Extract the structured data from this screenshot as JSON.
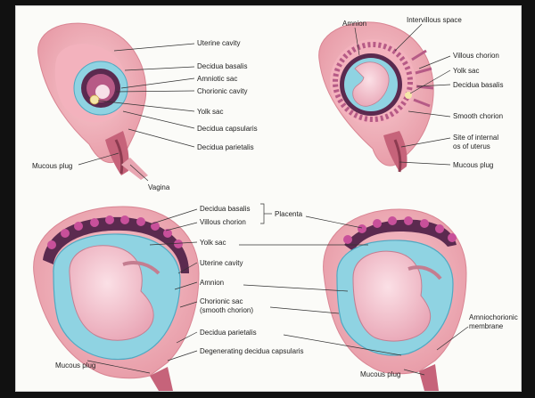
{
  "labels": {
    "uterine_cavity_1": "Uterine cavity",
    "decidua_basalis_1": "Decidua basalis",
    "amniotic_sac": "Amniotic sac",
    "chorionic_cavity": "Chorionic cavity",
    "yolk_sac_1": "Yolk sac",
    "decidua_capsularis": "Decidua capsularis",
    "decidua_parietalis_1": "Decidua parietalis",
    "mucous_plug_1": "Mucous plug",
    "vagina": "Vagina",
    "amnion_1": "Amnion",
    "intervillous_space": "Intervillous space",
    "villous_chorion_1": "Villous chorion",
    "yolk_sac_2": "Yolk sac",
    "decidua_basalis_2": "Decidua basalis",
    "smooth_chorion": "Smooth chorion",
    "site_internal_os_1": "Site of internal",
    "site_internal_os_2": "os of uterus",
    "mucous_plug_2": "Mucous plug",
    "decidua_basalis_3": "Decidua basalis",
    "villous_chorion_2": "Villous chorion",
    "placenta": "Placenta",
    "yolk_sac_3": "Yolk sac",
    "uterine_cavity_2": "Uterine cavity",
    "amnion_2": "Amnion",
    "chorionic_sac_1": "Chorionic sac",
    "chorionic_sac_2": "(smooth chorion)",
    "decidua_parietalis_2": "Decidua parietalis",
    "degenerating_decidua_capsularis": "Degenerating decidua capsularis",
    "mucous_plug_3": "Mucous plug",
    "mucous_plug_4": "Mucous plug",
    "amniochorionic_1": "Amniochorionic",
    "amniochorionic_2": "membrane"
  }
}
